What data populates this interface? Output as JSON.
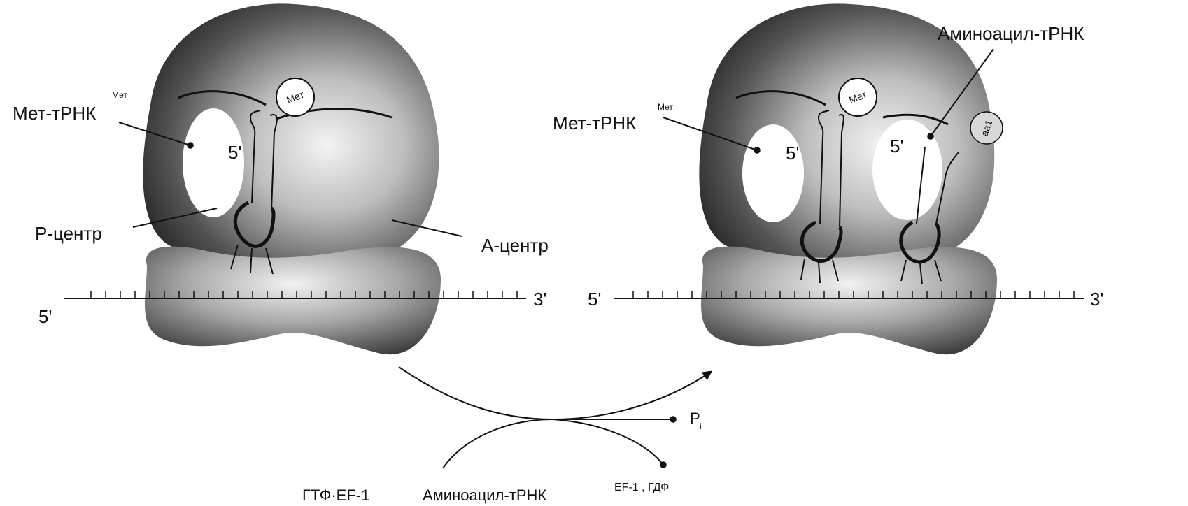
{
  "left_ribosome": {
    "met_trna_label": "Мет-тРНК",
    "met_trna_sup": "Мет",
    "amino_acid_met": "Мет",
    "five_prime_trna": "5'",
    "p_site_label": "Р-центр",
    "a_site_label": "А-центр",
    "mrna_five_prime": "5'",
    "mrna_three_prime": "3'"
  },
  "right_ribosome": {
    "met_trna_label": "Мет-тРНК",
    "met_trna_sup": "Мет",
    "aminoacyl_trna_label": "Аминоацил-тРНК",
    "amino_acid_met": "Мет",
    "amino_acid_aa": "aa1",
    "five_prime_trna_1": "5'",
    "five_prime_trna_2": "5'",
    "mrna_five_prime": "5'",
    "mrna_three_prime": "3'"
  },
  "reaction": {
    "reactant_gtp_ef1": "ГТФ·EF-1",
    "reactant_aminoacyl_trna": "Аминоацил-тРНК",
    "product_pi": "P",
    "product_pi_sub": "i",
    "product_ef1_gdp": "EF-1 , ГДФ"
  }
}
